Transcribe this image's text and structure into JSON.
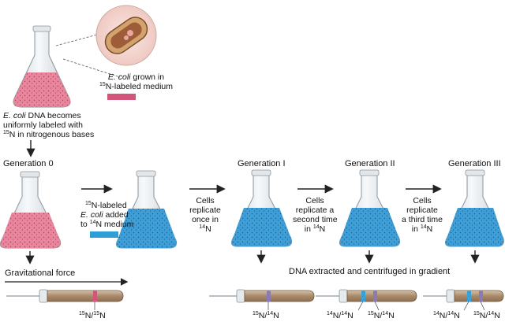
{
  "top_note": {
    "line1_italic": "E. coli",
    "line1_rest": " grown in",
    "line2_sup": "15",
    "line2_rest": "N-labeled medium"
  },
  "dna_note": {
    "line1_italic": "E. coli",
    "line1_rest": " DNA becomes",
    "line2": "uniformly labeled with",
    "line3_sup": "15",
    "line3_rest": "N in nitrogenous bases"
  },
  "generations": {
    "g0": "Generation 0",
    "g1": "Generation I",
    "g2": "Generation II",
    "g3": "Generation III"
  },
  "step_transfer": {
    "line1_sup": "15",
    "line1_rest": "N-labeled",
    "line2_italic": "E. coli",
    "line2_rest": " added",
    "line3_pre": "to ",
    "line3_sup": "14",
    "line3_rest": "N medium"
  },
  "step1": {
    "line1": "Cells",
    "line2": "replicate",
    "line3_pre": "once in ",
    "line4_sup": "14",
    "line4_rest": "N"
  },
  "step2": {
    "line1": "Cells",
    "line2": "replicate a",
    "line3": "second time",
    "line4_pre": "in ",
    "line4_sup": "14",
    "line4_rest": "N"
  },
  "step3": {
    "line1": "Cells",
    "line2": "replicate",
    "line3": "a third time",
    "line4_pre": "in ",
    "line4_sup": "14",
    "line4_rest": "N"
  },
  "gravity_label": "Gravitational force",
  "dna_extract_label": "DNA extracted and centrifuged in gradient",
  "band_labels": {
    "g0": {
      "a": "15",
      "b": "N/",
      "c": "15",
      "d": "N"
    },
    "g1": {
      "a": "15",
      "b": "N/",
      "c": "14",
      "d": "N"
    },
    "g2a": {
      "a": "14",
      "b": "N/",
      "c": "14",
      "d": "N"
    },
    "g2b": {
      "a": "15",
      "b": "N/",
      "c": "14",
      "d": "N"
    },
    "g3a": {
      "a": "14",
      "b": "N/",
      "c": "14",
      "d": "N"
    },
    "g3b": {
      "a": "15",
      "b": "N/",
      "c": "14",
      "d": "N"
    }
  },
  "colors": {
    "pink_medium": "#e7869c",
    "pink_dots": "#b73a5c",
    "blue_medium": "#3f9ed6",
    "blue_dots": "#1b5d8e",
    "heavy_band": "#d2557a",
    "hybrid_band": "#8a7ab6",
    "light_band": "#3aa0d8",
    "tube_body": "#b99b7c",
    "legend_pink": "#d2557a",
    "legend_blue": "#2e9fd6"
  }
}
